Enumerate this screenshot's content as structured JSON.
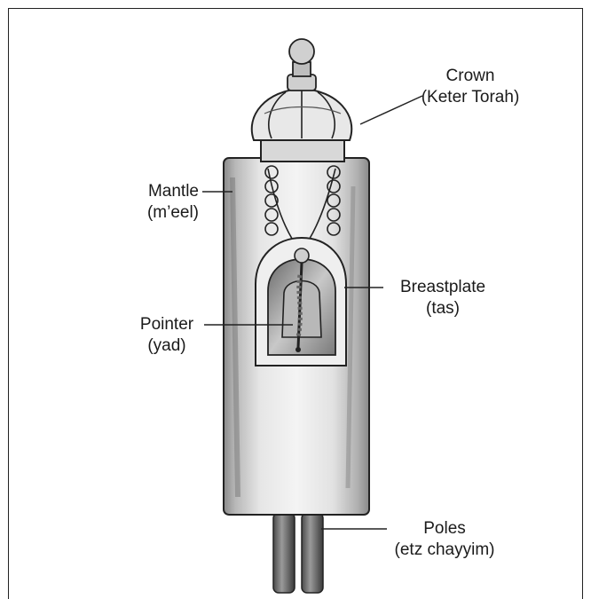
{
  "labels": {
    "crown": {
      "line1": "Crown",
      "line2": "(Keter Torah)"
    },
    "mantle": {
      "line1": "Mantle",
      "line2": "(m’eel)"
    },
    "breastplate": {
      "line1": "Breastplate",
      "line2": "(tas)"
    },
    "pointer": {
      "line1": "Pointer",
      "line2": "(yad)"
    },
    "poles": {
      "line1": "Poles",
      "line2": "(etz chayyim)"
    }
  }
}
